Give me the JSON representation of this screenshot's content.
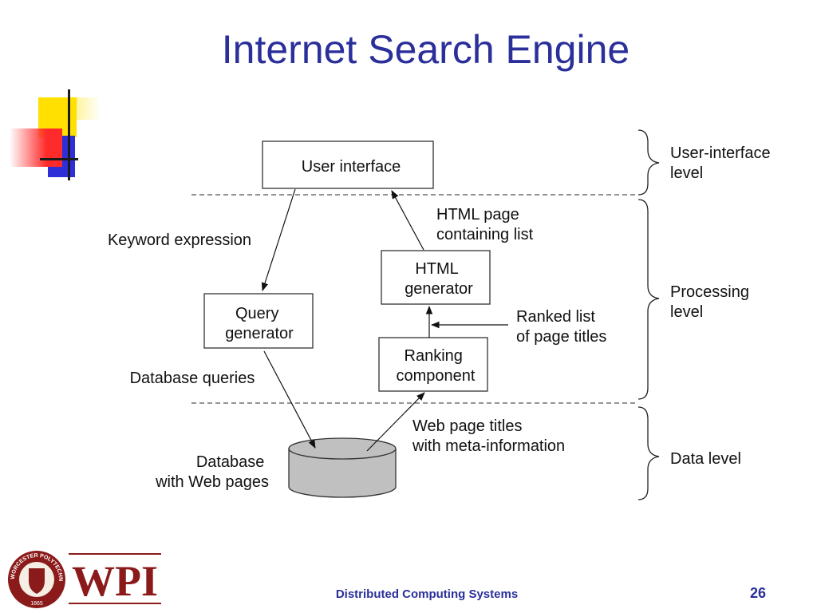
{
  "slide": {
    "title": "Internet Search Engine",
    "footer": "Distributed Computing Systems",
    "page_number": "26"
  },
  "diagram": {
    "boxes": {
      "user_interface": "User interface",
      "html_generator": [
        "HTML",
        "generator"
      ],
      "query_generator": [
        "Query",
        "generator"
      ],
      "ranking_component": [
        "Ranking",
        "component"
      ]
    },
    "labels": {
      "keyword_expression": "Keyword expression",
      "html_page": [
        "HTML page",
        "containing list"
      ],
      "ranked_list": [
        "Ranked list",
        "of page titles"
      ],
      "database_queries": "Database queries",
      "web_page_titles": [
        "Web page titles",
        "with meta-information"
      ],
      "database": [
        "Database",
        "with Web pages"
      ]
    },
    "levels": {
      "user_interface": [
        "User-interface",
        "level"
      ],
      "processing": [
        "Processing",
        "level"
      ],
      "data": "Data level"
    }
  },
  "logo": {
    "text": "WPI",
    "seal_text": "WORCESTER POLYTECHNIC INSTITUTE",
    "seal_year": "1865"
  }
}
